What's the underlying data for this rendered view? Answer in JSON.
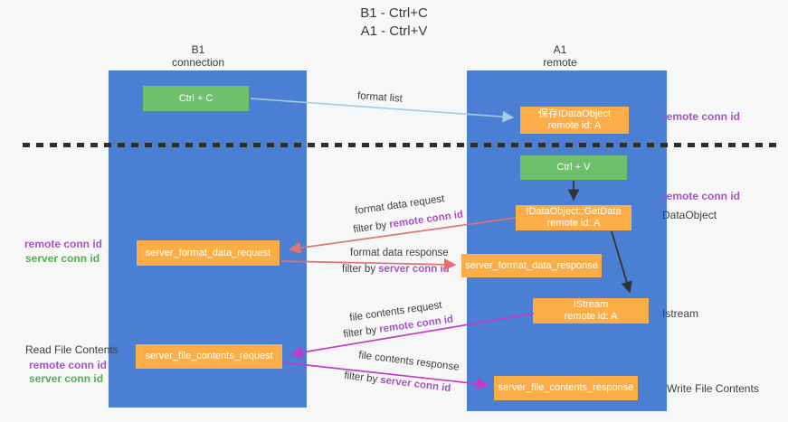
{
  "title": {
    "line1": "B1 - Ctrl+C",
    "line2": "A1 - Ctrl+V"
  },
  "lanes": {
    "left": {
      "name": "B1",
      "subtitle": "connection"
    },
    "right": {
      "name": "A1",
      "subtitle": "remote"
    }
  },
  "nodes": {
    "ctrl_c": {
      "label": "Ctrl + C"
    },
    "save_dataobject": {
      "line1": "保存IDataObject",
      "line2": "remote id: A"
    },
    "ctrl_v": {
      "label": "Ctrl + V"
    },
    "getdata": {
      "line1": "IDataObject::GetData",
      "line2": "remote id: A"
    },
    "server_format_data_request": {
      "label": "server_format_data_request"
    },
    "server_format_data_response": {
      "label": "server_format_data_response"
    },
    "istream": {
      "line1": "IStream",
      "line2": "remote id: A"
    },
    "server_file_contents_request": {
      "label": "server_file_contents_request"
    },
    "server_file_contents_response": {
      "label": "server_file_contents_response"
    }
  },
  "edge_labels": {
    "format_list": "format list",
    "format_data_request": "format data request",
    "format_data_response": "format data response",
    "file_contents_request": "file contents request",
    "file_contents_response": "file contents response",
    "filter_by": "filter by",
    "remote_conn_id": "remote conn id",
    "server_conn_id": "server conn id"
  },
  "annotations": {
    "right_top_remote_conn_id": "remote conn id",
    "right_mid_remote_conn_id": "remote conn id",
    "dataobject": "DataObject",
    "istream": "Istream",
    "write_file_contents": "Write File Contents",
    "left_remote_conn_id": "remote conn id",
    "left_server_conn_id": "server conn id",
    "read_file_contents": "Read File Contents",
    "left2_remote_conn_id": "remote conn id",
    "left2_server_conn_id": "server conn id"
  },
  "colors": {
    "background": "#f7f7f8",
    "lane_blue": "#4a7fd3",
    "box_orange": "#fbae47",
    "box_green": "#6fbf6d",
    "arrow_lightblue": "#a5cbe9",
    "arrow_black": "#333333",
    "arrow_salmon": "#e57070",
    "arrow_magenta": "#c43bc4",
    "text_purple": "#a653c8",
    "text_green": "#56ad56",
    "text_dark": "#3f3f3f",
    "dash_line": "#2e2e2e"
  }
}
